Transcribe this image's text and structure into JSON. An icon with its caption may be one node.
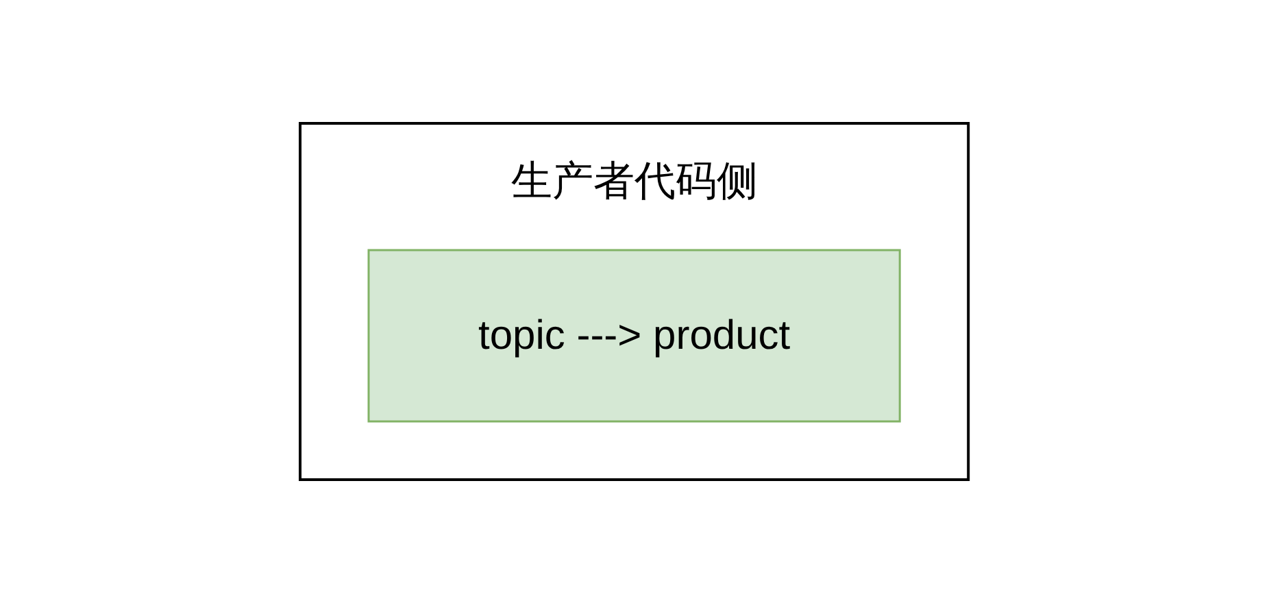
{
  "diagram": {
    "nodes": [
      {
        "text": [
          "生产者代码侧"
        ]
      },
      {
        "text": [
          "topic ---> product"
        ],
        "in": 0
      }
    ]
  }
}
